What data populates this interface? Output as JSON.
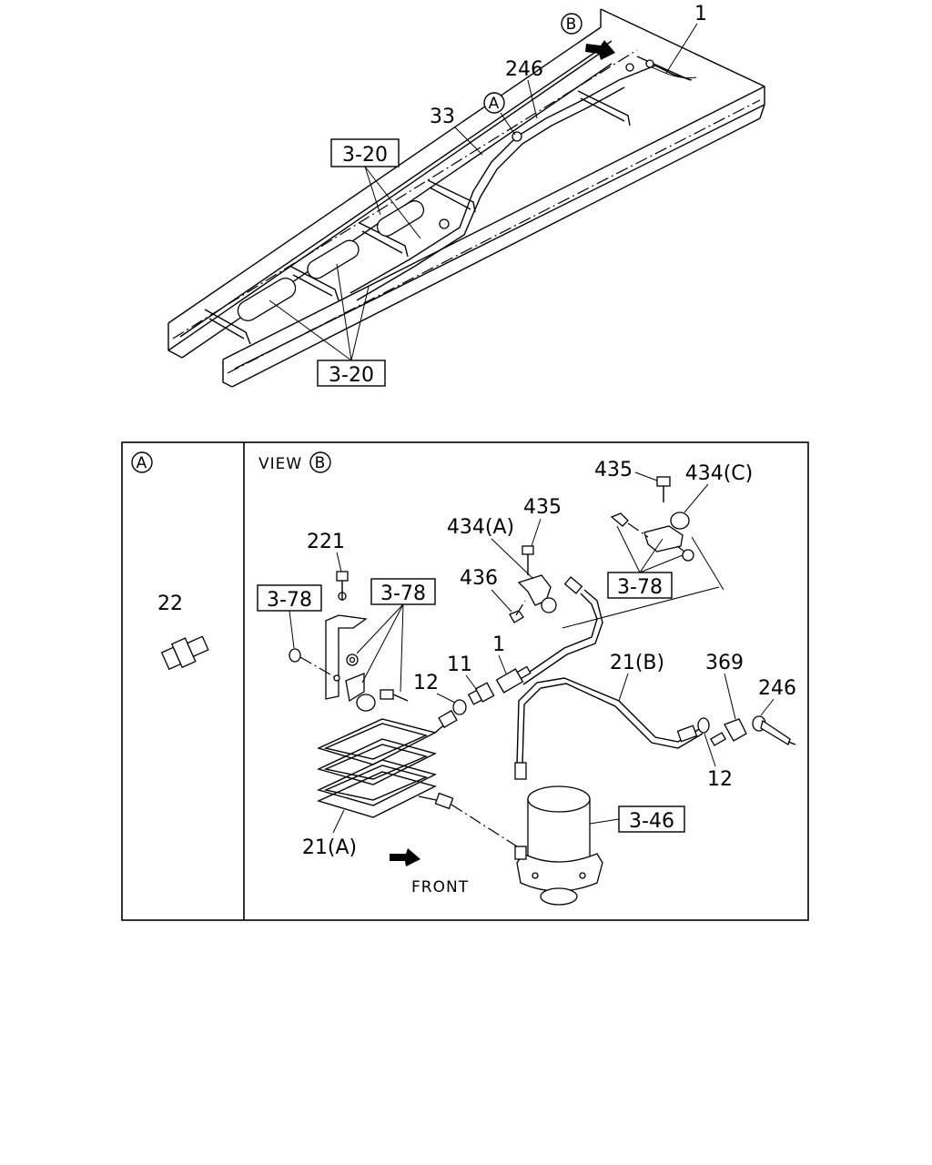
{
  "top_view": {
    "callouts": {
      "view_b": "B",
      "detail_a": "A",
      "part_1": "1",
      "part_246": "246",
      "part_33": "33",
      "ref_upper": "3-20",
      "ref_lower": "3-20"
    }
  },
  "detail_panel": {
    "label": "A",
    "part_22": "22"
  },
  "view_panel": {
    "view_word": "VIEW",
    "view_letter": "B",
    "parts": {
      "p435_top": "435",
      "p434c": "434(C)",
      "p435_mid": "435",
      "p434a": "434(A)",
      "p436": "436",
      "p221": "221",
      "p1": "1",
      "p11": "11",
      "p12_left": "12",
      "p21b": "21(B)",
      "p369": "369",
      "p246": "246",
      "p12_right": "12",
      "p21a": "21(A)"
    },
    "refs": {
      "ref_378_left": "3-78",
      "ref_378_center": "3-78",
      "ref_378_right": "3-78",
      "ref_346": "3-46"
    },
    "front_label": "FRONT"
  }
}
